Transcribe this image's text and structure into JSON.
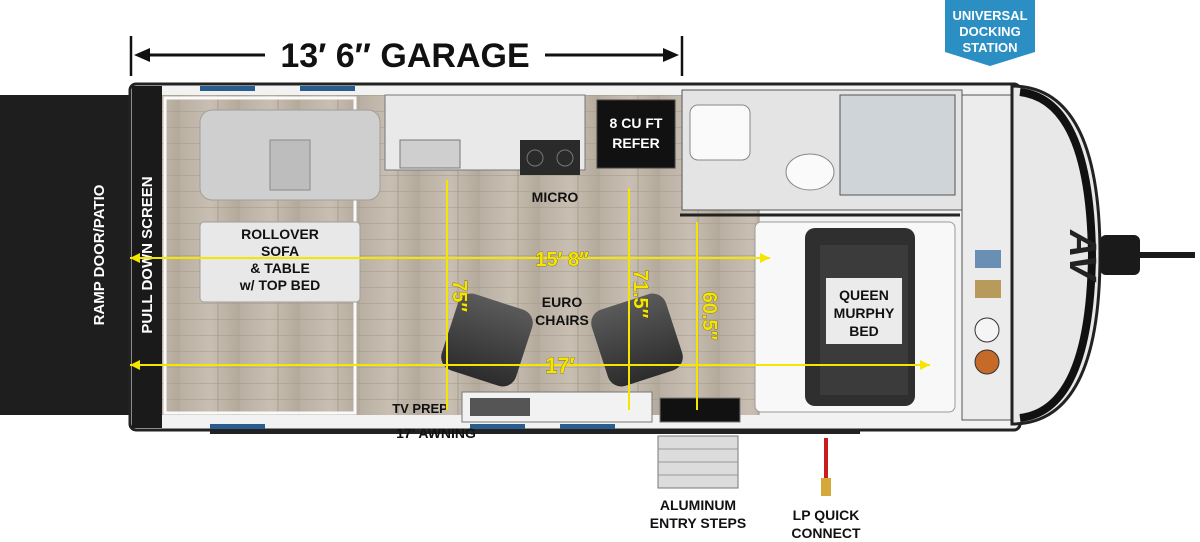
{
  "garage": {
    "label": "13′ 6″ GARAGE"
  },
  "docking": {
    "line1": "UNIVERSAL",
    "line2": "DOCKING",
    "line3": "STATION",
    "color": "#2b8fc4"
  },
  "rear": {
    "ramp": "RAMP DOOR/PATIO",
    "screen": "PULL DOWN SCREEN"
  },
  "sofa": {
    "line1": "ROLLOVER",
    "line2": "SOFA",
    "line3": "& TABLE",
    "line4": "w/ TOP BED"
  },
  "refer": {
    "line1": "8 CU FT",
    "line2": "REFER"
  },
  "micro": "MICRO",
  "euro": {
    "line1": "EURO",
    "line2": "CHAIRS"
  },
  "bed": {
    "line1": "QUEEN",
    "line2": "MURPHY",
    "line3": "BED"
  },
  "dims": {
    "width": "15′ 8″",
    "length": "17′",
    "h75": "75″",
    "h715": "71.5″",
    "h605": "60.5″",
    "color": "#f5e600"
  },
  "tv": "TV PREP",
  "awning": "17′ AWNING",
  "steps": {
    "line1": "ALUMINUM",
    "line2": "ENTRY STEPS"
  },
  "lp": {
    "line1": "LP QUICK",
    "line2": "CONNECT"
  },
  "logo": "AV"
}
